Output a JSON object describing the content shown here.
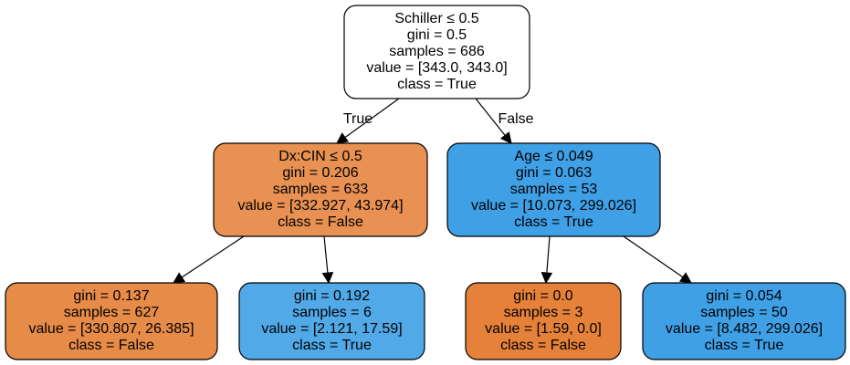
{
  "tree": {
    "nodes": [
      {
        "id": "root",
        "lines": [
          "Schiller ≤ 0.5",
          "gini = 0.5",
          "samples = 686",
          "value = [343.0, 343.0]",
          "class = True"
        ],
        "fill": "#ffffff"
      },
      {
        "id": "left",
        "lines": [
          "Dx:CIN ≤ 0.5",
          "gini = 0.206",
          "samples = 633",
          "value = [332.927, 43.974]",
          "class = False"
        ],
        "fill": "#e89152"
      },
      {
        "id": "right",
        "lines": [
          "Age ≤ 0.049",
          "gini = 0.063",
          "samples = 53",
          "value = [10.073, 299.026]",
          "class = True"
        ],
        "fill": "#3fa0e6"
      },
      {
        "id": "ll",
        "lines": [
          "gini = 0.137",
          "samples = 627",
          "value = [330.807, 26.385]",
          "class = False"
        ],
        "fill": "#e78b48"
      },
      {
        "id": "lr",
        "lines": [
          "gini = 0.192",
          "samples = 6",
          "value = [2.121, 17.59]",
          "class = True"
        ],
        "fill": "#51a9e8"
      },
      {
        "id": "rl",
        "lines": [
          "gini = 0.0",
          "samples = 3",
          "value = [1.59, 0.0]",
          "class = False"
        ],
        "fill": "#e58139"
      },
      {
        "id": "rr",
        "lines": [
          "gini = 0.054",
          "samples = 50",
          "value = [8.482, 299.026]",
          "class = True"
        ],
        "fill": "#3fa0e6"
      }
    ],
    "edges": [
      {
        "from": "root",
        "to": "left",
        "label": "True"
      },
      {
        "from": "root",
        "to": "right",
        "label": "False"
      },
      {
        "from": "left",
        "to": "ll",
        "label": ""
      },
      {
        "from": "left",
        "to": "lr",
        "label": ""
      },
      {
        "from": "right",
        "to": "rl",
        "label": ""
      },
      {
        "from": "right",
        "to": "rr",
        "label": ""
      }
    ]
  }
}
